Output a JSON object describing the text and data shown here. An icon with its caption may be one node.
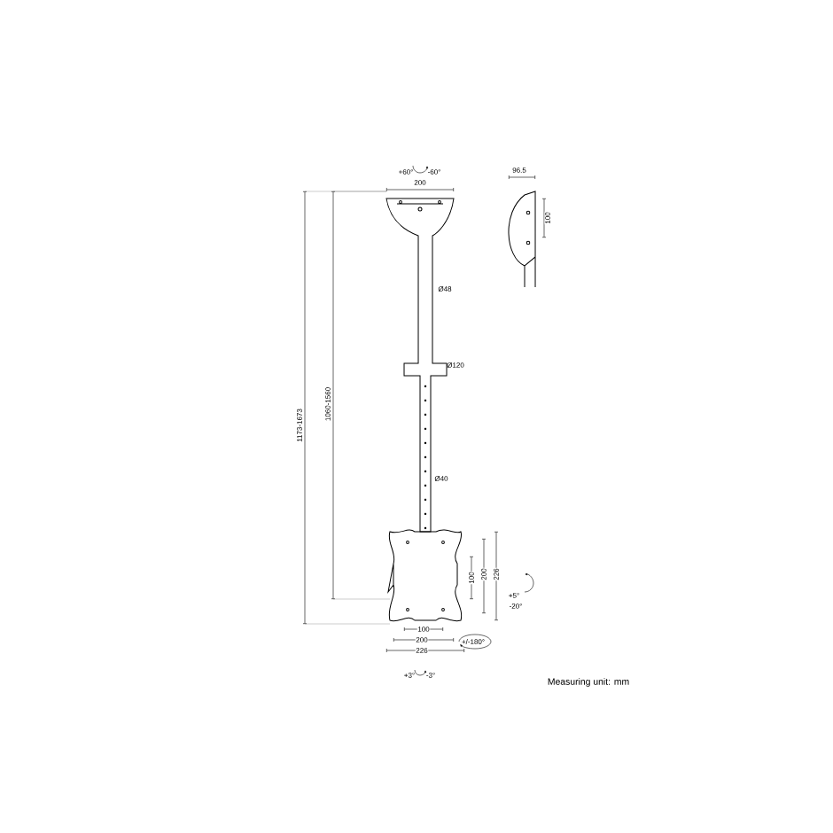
{
  "diagram": {
    "labels": [
      "+60°",
      "-60°",
      "200",
      "96.5",
      "100",
      "Ø48",
      "Ø120",
      "1173-1673",
      "1060-1560",
      "Ø40",
      "100",
      "200",
      "226",
      "+5°",
      "-20°",
      "100",
      "200",
      "226",
      "+/-180°",
      "+3°",
      "-3°",
      "Measuring unit: mm"
    ]
  }
}
